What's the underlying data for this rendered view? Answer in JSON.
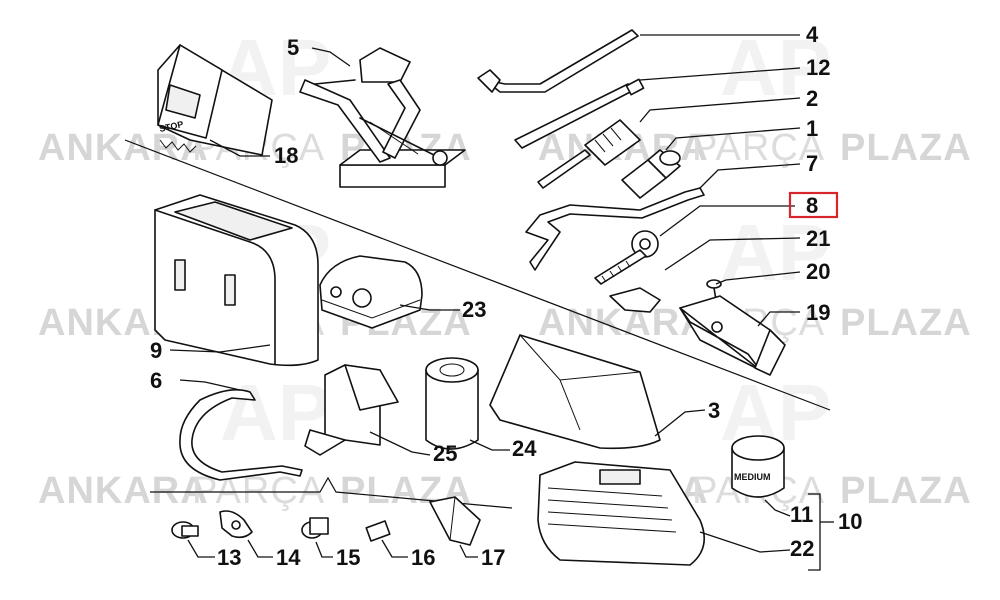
{
  "watermark": {
    "word1": "ANKARA",
    "word2": "PARÇA",
    "word3": "PLAZA",
    "logo_mark": "AP"
  },
  "callouts": {
    "c1": "1",
    "c2": "2",
    "c3": "3",
    "c4": "4",
    "c5": "5",
    "c6": "6",
    "c7": "7",
    "c8": "8",
    "c9": "9",
    "c10": "10",
    "c11": "11",
    "c12": "12",
    "c13": "13",
    "c14": "14",
    "c15": "15",
    "c16": "16",
    "c17": "17",
    "c18": "18",
    "c19": "19",
    "c20": "20",
    "c21": "21",
    "c22": "22",
    "c23": "23",
    "c24": "24",
    "c25": "25"
  },
  "highlighted_callout": "8",
  "part_labels": {
    "sealant_can": "MEDIUM",
    "wheel_chock": "STOP"
  },
  "colors": {
    "highlight_box": "#d9262c",
    "watermark": "#d6d6d6",
    "logo_red": "#f3d4d4",
    "line": "#111111"
  }
}
